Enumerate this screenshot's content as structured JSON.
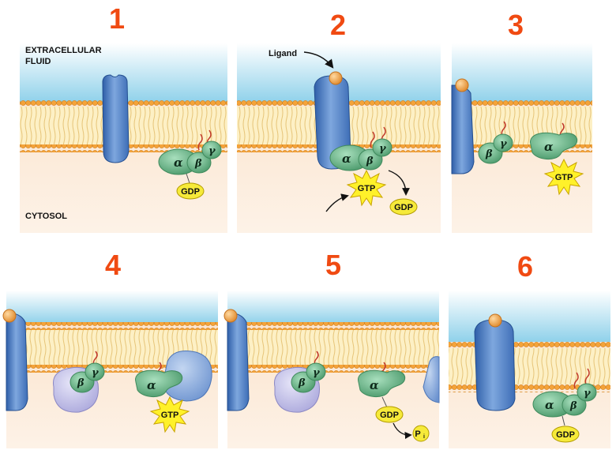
{
  "labels": {
    "extracellular_line1": "EXTRACELLULAR",
    "extracellular_line2": "FLUID",
    "cytosol": "CYTOSOL",
    "ligand": "Ligand"
  },
  "step_numbers": [
    "1",
    "2",
    "3",
    "4",
    "5",
    "6"
  ],
  "subunits": {
    "alpha": "α",
    "beta": "β",
    "gamma": "γ"
  },
  "nucleotides": {
    "gdp": "GDP",
    "gtp": "GTP",
    "pi": "P",
    "pi_sub": "i"
  },
  "colors": {
    "step_number": "#f04a12",
    "extracellular_top": "#8fd1ea",
    "cytosol": "#fbe3cd",
    "receptor": "#4f83c8",
    "g_protein": "#6dbb8c",
    "ligand": "#f2a24b",
    "gdp_badge": "#f6ea3a",
    "gtp_star": "#fff12a",
    "effector_blue": "#8fb1e0",
    "effector_lilac": "#c8c6ec"
  }
}
